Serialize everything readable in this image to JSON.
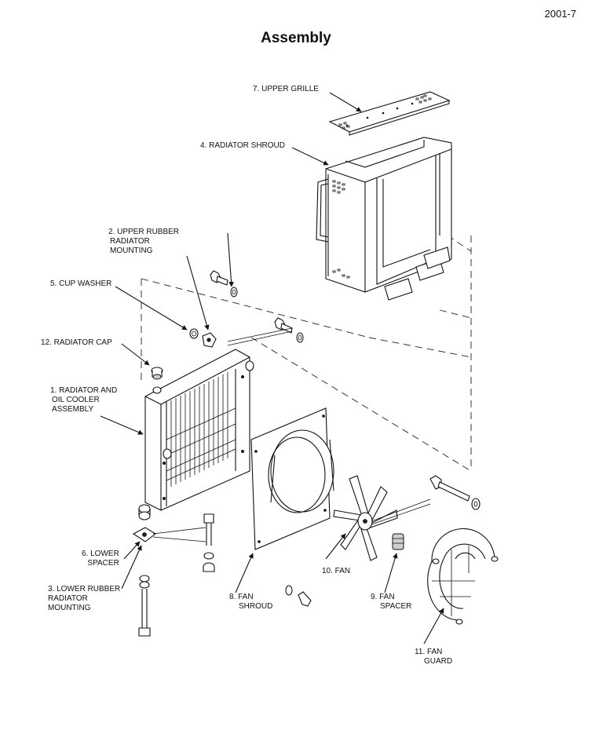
{
  "page_number": "2001-7",
  "title": "Assembly",
  "labels": {
    "upper_grille": "7. UPPER GRILLE",
    "radiator_shroud": "4. RADIATOR SHROUD",
    "upper_rubber": [
      "2. UPPER RUBBER",
      "RADIATOR",
      "MOUNTING"
    ],
    "cup_washer": "5. CUP WASHER",
    "radiator_cap": "12. RADIATOR CAP",
    "radiator_assembly": [
      "1. RADIATOR AND",
      "OIL COOLER",
      "ASSEMBLY"
    ],
    "lower_spacer": [
      "6. LOWER",
      "SPACER"
    ],
    "lower_rubber": [
      "3. LOWER RUBBER",
      "RADIATOR",
      "MOUNTING"
    ],
    "fan_shroud": [
      "8. FAN",
      "SHROUD"
    ],
    "fan": "10. FAN",
    "fan_spacer": [
      "9. FAN",
      "SPACER"
    ],
    "fan_guard": [
      "11. FAN",
      "GUARD"
    ]
  }
}
